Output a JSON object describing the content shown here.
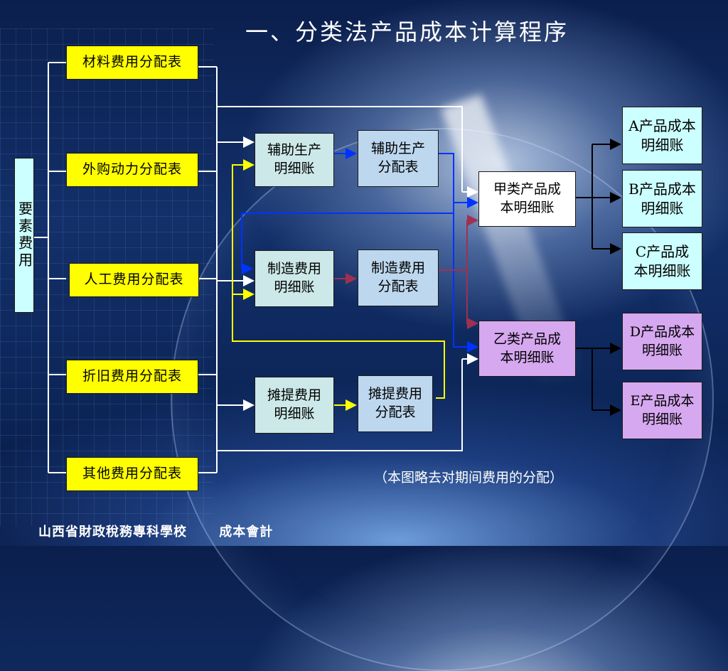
{
  "slide": {
    "title": "一、分类法产品成本计算程序",
    "note": "（本图略去对期间费用的分配）",
    "footer_school": "山西省財政稅務專科學校",
    "footer_course": "成本會計"
  },
  "diagram": {
    "root": "要素费用",
    "allocation_tables": [
      "材料费用分配表",
      "外购动力分配表",
      "人工费用分配表",
      "折旧费用分配表",
      "其他费用分配表"
    ],
    "aux_detail": "辅助生产明细账",
    "aux_alloc": "辅助生产分配表",
    "mfg_detail": "制造费用明细账",
    "mfg_alloc": "制造费用分配表",
    "amort_detail": "摊提费用明细账",
    "amort_alloc": "摊提费用分配表",
    "class_a": "甲类产品成本明细账",
    "class_b": "乙类产品成本明细账",
    "products": [
      "A产品成本明细账",
      "B产品成本明细账",
      "C产品成本明细账",
      "D产品成本明细账",
      "E产品成本明细账"
    ]
  },
  "colors": {
    "line_white": "#ffffff",
    "line_blue": "#0033ff",
    "line_maroon": "#a03050",
    "line_yellow": "#ffff00",
    "line_black": "#000000"
  }
}
